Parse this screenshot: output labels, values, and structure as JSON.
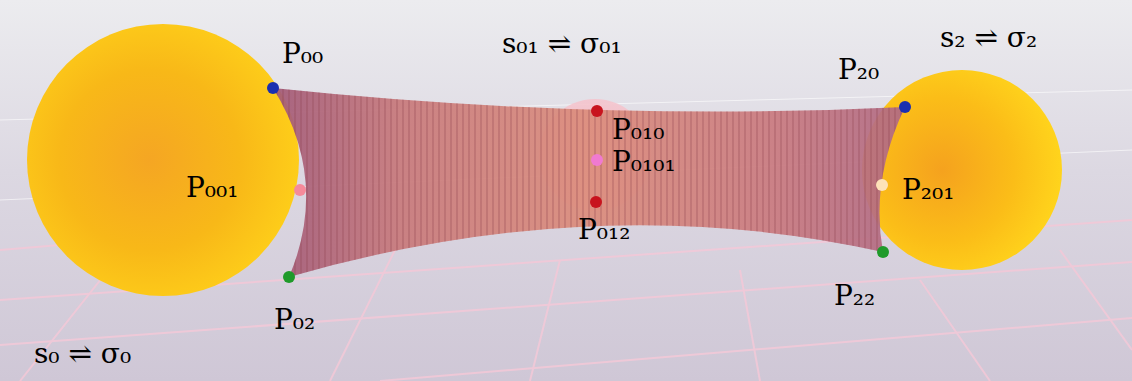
{
  "diagram": {
    "labels": [
      "P₀₀",
      "s₀₁ ⇌ σ₀₁",
      "s₂ ⇌ σ₂",
      "P₂₀",
      "P₀₁₀",
      "P₀₀₁",
      "P₀₁₀₁",
      "P₂₀₁",
      "P₀₁₂",
      "P₂₂",
      "P₀₂",
      "s₀ ⇌ σ₀"
    ]
  }
}
